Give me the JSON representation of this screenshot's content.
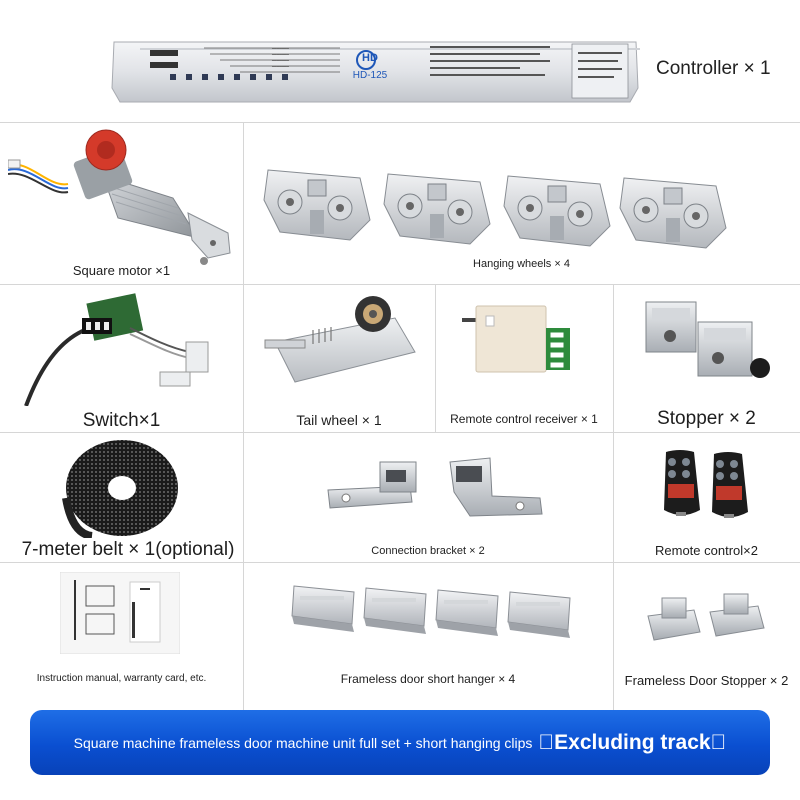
{
  "controller": {
    "title": "Controller × 1",
    "model": "HD-125",
    "logo": "HD"
  },
  "items": {
    "square_motor": "Square motor ×1",
    "hanging_wheels": "Hanging wheels × 4",
    "switch": "Switch×1",
    "tail_wheel": "Tail wheel × 1",
    "remote_receiver": "Remote control receiver × 1",
    "stopper": "Stopper × 2",
    "belt": "7-meter belt × 1(optional)",
    "connection_bracket": "Connection bracket × 2",
    "remote_control": "Remote control×2",
    "manual": "Instruction manual, warranty card, etc.",
    "short_hanger": "Frameless door short hanger × 4",
    "frameless_stopper": "Frameless Door Stopper × 2"
  },
  "banner": {
    "small": "Square machine frameless door machine unit full set + short hanging clips",
    "big": "\u0000Excluding track\u0000"
  },
  "colors": {
    "banner": "#0a4fd1",
    "metal": "#c9ccd1",
    "receiver": "#efe6d6",
    "terminal": "#2e8b3c"
  }
}
